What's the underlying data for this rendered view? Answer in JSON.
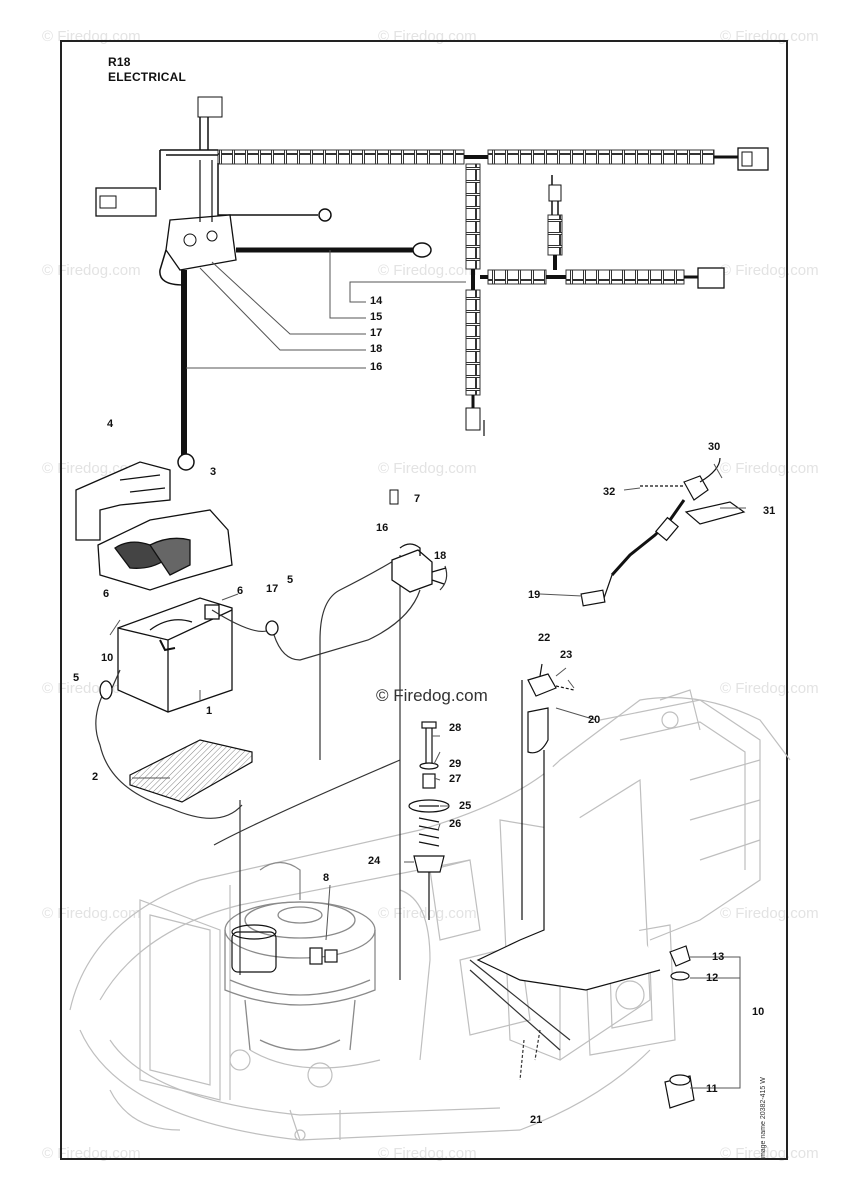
{
  "header": {
    "model": "R18",
    "section": "ELECTRICAL"
  },
  "watermark": {
    "center": "© Firedog.com",
    "tile": "© Firedog.com"
  },
  "side_code": "Image name 20382-415 W",
  "callouts": [
    "1",
    "2",
    "3",
    "4",
    "5",
    "5",
    "6",
    "6",
    "7",
    "8",
    "10",
    "11",
    "12",
    "13",
    "14",
    "15",
    "16",
    "16",
    "17",
    "17",
    "18",
    "18",
    "19",
    "20",
    "21",
    "22",
    "23",
    "24",
    "25",
    "26",
    "27",
    "28",
    "29",
    "30",
    "31",
    "32"
  ]
}
